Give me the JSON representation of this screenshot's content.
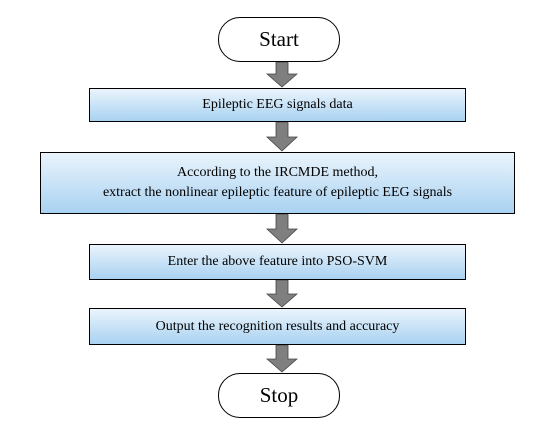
{
  "flowchart": {
    "start": "Start",
    "step1": "Epileptic EEG signals data",
    "step2": {
      "line1": "According to the IRCMDE method,",
      "line2": "extract the nonlinear epileptic feature of epileptic EEG signals"
    },
    "step3": "Enter the above feature into PSO-SVM",
    "step4": "Output the recognition results and accuracy",
    "stop": "Stop"
  },
  "colors": {
    "box_fill_top": "#eaf4fc",
    "box_fill_bottom": "#a9d2f1",
    "arrow_fill": "#7f7f7f",
    "border": "#000000"
  }
}
